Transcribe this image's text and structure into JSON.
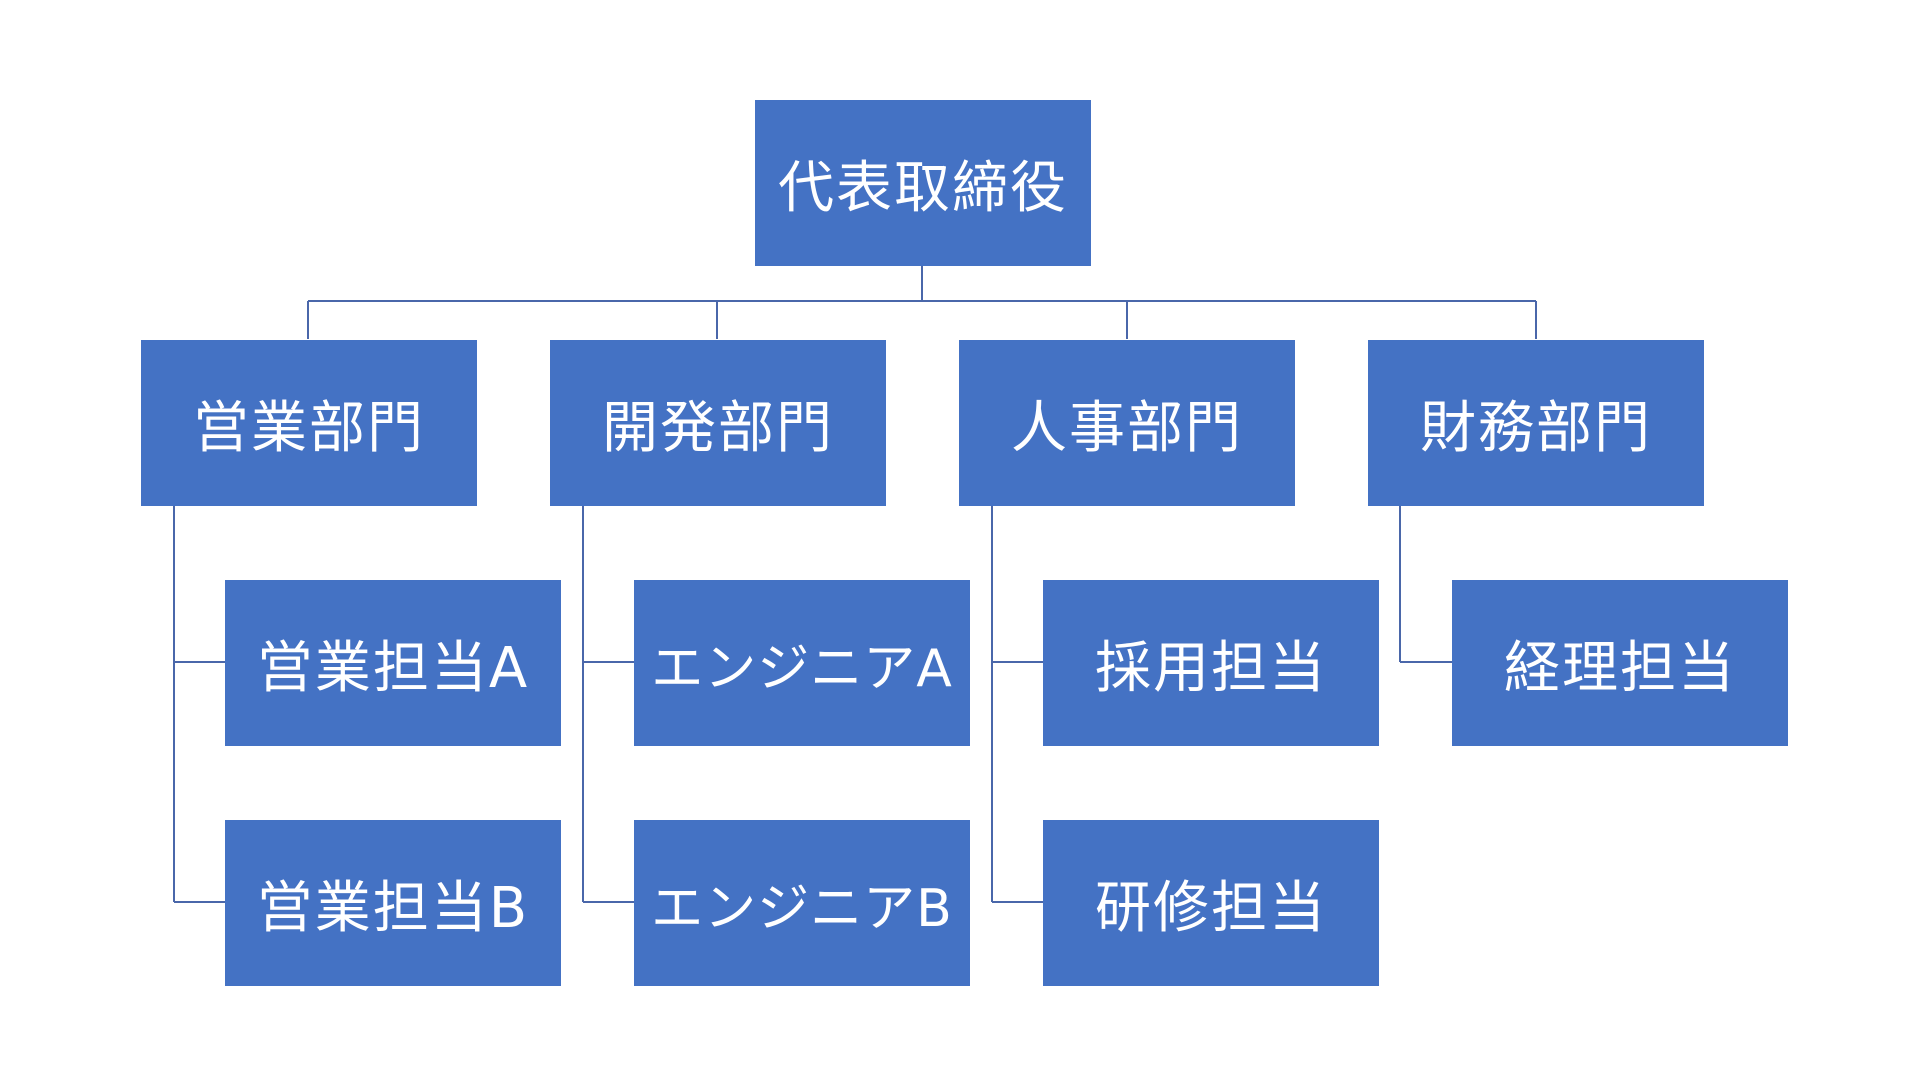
{
  "colors": {
    "box_fill": "#4472C4",
    "box_text": "#FFFFFF",
    "connector": "#4A67AA",
    "background": "#FFFFFF"
  },
  "root": {
    "label": "代表取締役"
  },
  "departments": [
    {
      "label": "営業部門",
      "members": [
        {
          "label": "営業担当A"
        },
        {
          "label": "営業担当B"
        }
      ]
    },
    {
      "label": "開発部門",
      "members": [
        {
          "label": "エンジニアA"
        },
        {
          "label": "エンジニアB"
        }
      ]
    },
    {
      "label": "人事部門",
      "members": [
        {
          "label": "採用担当"
        },
        {
          "label": "研修担当"
        }
      ]
    },
    {
      "label": "財務部門",
      "members": [
        {
          "label": "経理担当"
        }
      ]
    }
  ]
}
